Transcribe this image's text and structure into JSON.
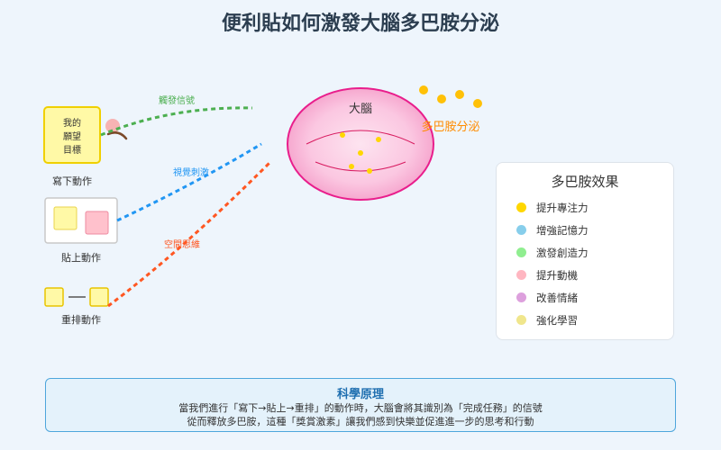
{
  "title": "便利貼如何激發大腦多巴胺分泌",
  "note": {
    "lines": [
      "我的",
      "願望",
      "目標"
    ]
  },
  "steps": {
    "write": "寫下動作",
    "stick": "貼上動作",
    "rearrange": "重排動作"
  },
  "signals": {
    "trigger": "觸發信號",
    "visual": "視覺刺激",
    "spatial": "空間思維"
  },
  "brain": {
    "label": "大腦",
    "dopamine_label": "多巴胺分泌"
  },
  "legend": {
    "title": "多巴胺效果",
    "items": [
      {
        "label": "提升專注力",
        "color": "#ffd700"
      },
      {
        "label": "增強記憶力",
        "color": "#87ceeb"
      },
      {
        "label": "激發創造力",
        "color": "#90ee90"
      },
      {
        "label": "提升動機",
        "color": "#ffb6c1"
      },
      {
        "label": "改善情緒",
        "color": "#dda0dd"
      },
      {
        "label": "強化學習",
        "color": "#f0e68c"
      }
    ]
  },
  "principle": {
    "title": "科學原理",
    "line1": "當我們進行「寫下→貼上→重排」的動作時，大腦會將其識別為「完成任務」的信號",
    "line2": "從而釋放多巴胺，這種「獎賞激素」讓我們感到快樂並促進進一步的思考和行動"
  },
  "colors": {
    "trigger": "#4caf50",
    "visual": "#2196f3",
    "spatial": "#ff5722",
    "dopamine": "#ffc107",
    "dopamine_text": "#ff8c00",
    "brain_stroke": "#e91e8c"
  }
}
